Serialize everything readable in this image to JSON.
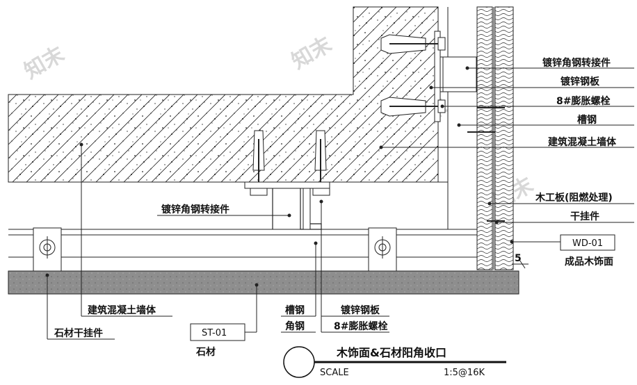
{
  "labels": {
    "angle_connector_right": "镀锌角钢转接件",
    "galv_plate_right": "镀锌钢板",
    "bolt_right": "8#膨胀螺栓",
    "channel_right": "槽钢",
    "concrete_right": "建筑混凝土墙体",
    "plywood": "木工板(阻燃处理)",
    "hanger_right": "干挂件",
    "wd_tag": "WD-01",
    "wood_finish": "成品木饰面",
    "dim_5": "5",
    "angle_connector_mid": "镀锌角钢转接件",
    "concrete_bottom": "建筑混凝土墙体",
    "stone_hanger": "石材干挂件",
    "st_tag": "ST-01",
    "stone": "石材",
    "channel_bottom": "槽钢",
    "angle_bottom": "角钢",
    "galv_plate_bottom": "镀锌钢板",
    "bolt_bottom": "8#膨胀螺栓"
  },
  "title_block": {
    "title": "木饰面&石材阳角收口",
    "scale_label": "SCALE",
    "scale_value": "1:5@16K"
  },
  "watermark": "知末"
}
